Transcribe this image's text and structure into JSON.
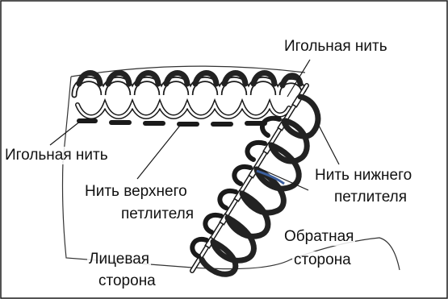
{
  "labels": {
    "needle_thread_top": "Игольная нить",
    "needle_thread_left": "Игольная нить",
    "lower_looper_line1": "Нить нижнего",
    "lower_looper_line2": "петлителя",
    "upper_looper_line1": "Нить верхнего",
    "upper_looper_line2": "петлителя",
    "reverse_line1": "Обратная",
    "reverse_line2": "сторона",
    "face_line1": "Лицевая",
    "face_line2": "сторона"
  },
  "colors": {
    "outline": "#1a1a1a",
    "thread_dark": "#222222",
    "thread_light": "#ffffff",
    "background": "#ffffff"
  }
}
